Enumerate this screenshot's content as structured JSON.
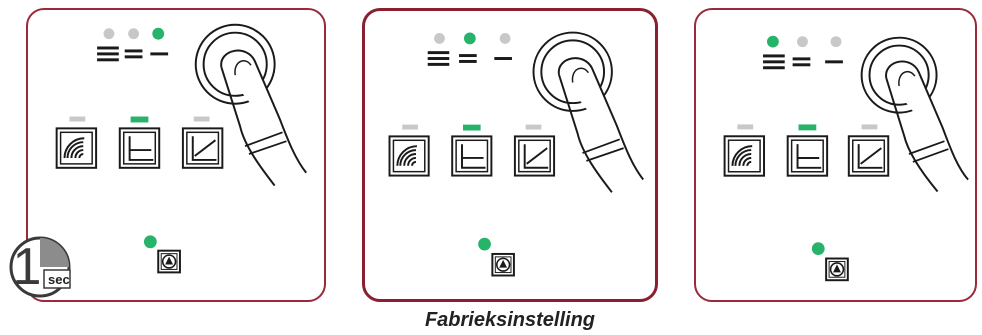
{
  "caption": "Fabrieksinstelling",
  "badge": {
    "digit": "1",
    "unit": "sec"
  },
  "colors": {
    "frame": "#9a2a3a",
    "led_on": "#27b36a",
    "led_off": "#c8c8c8",
    "ink": "#1a1a1a"
  },
  "panels": [
    {
      "speed_led_active": 3,
      "mode_led_active": 2,
      "has_badge": true
    },
    {
      "speed_led_active": 2,
      "mode_led_active": 2,
      "has_badge": false
    },
    {
      "speed_led_active": 1,
      "mode_led_active": 2,
      "has_badge": false
    }
  ],
  "icons": [
    "speed-levels-icon",
    "radiator-curve-icon",
    "constant-curve-icon",
    "proportional-curve-icon",
    "pump-button-icon",
    "finger-press-icon"
  ]
}
